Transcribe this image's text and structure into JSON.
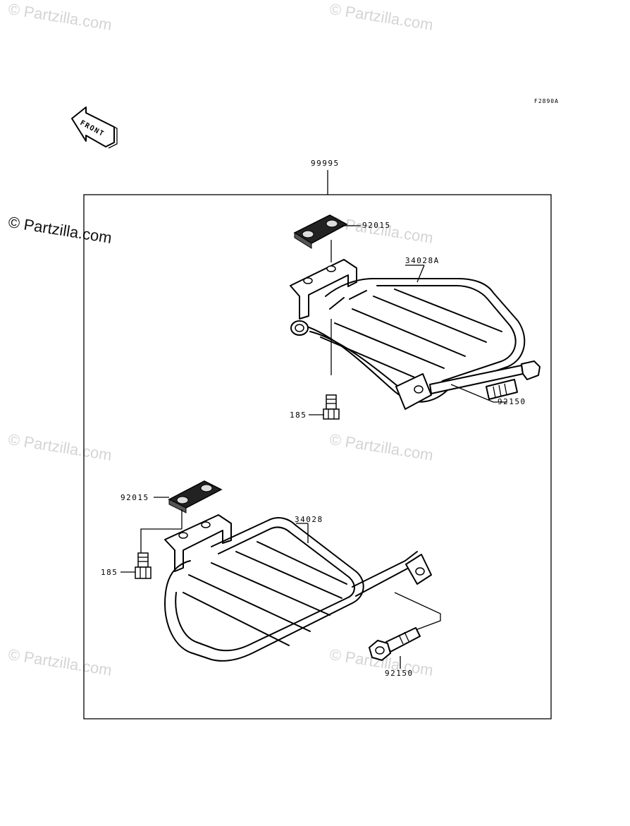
{
  "figure_code": "F2890A",
  "front_label": "FRONT",
  "watermark": "© Partzilla.com",
  "parts": {
    "kit": "99995",
    "rear_clamp": "92015",
    "rear_rack": "34028A",
    "rear_bolt_long": "92150",
    "rear_bolt_short": "185",
    "front_clamp": "92015",
    "front_rack": "34028",
    "front_bolt_short": "185",
    "front_bolt_long": "92150"
  }
}
